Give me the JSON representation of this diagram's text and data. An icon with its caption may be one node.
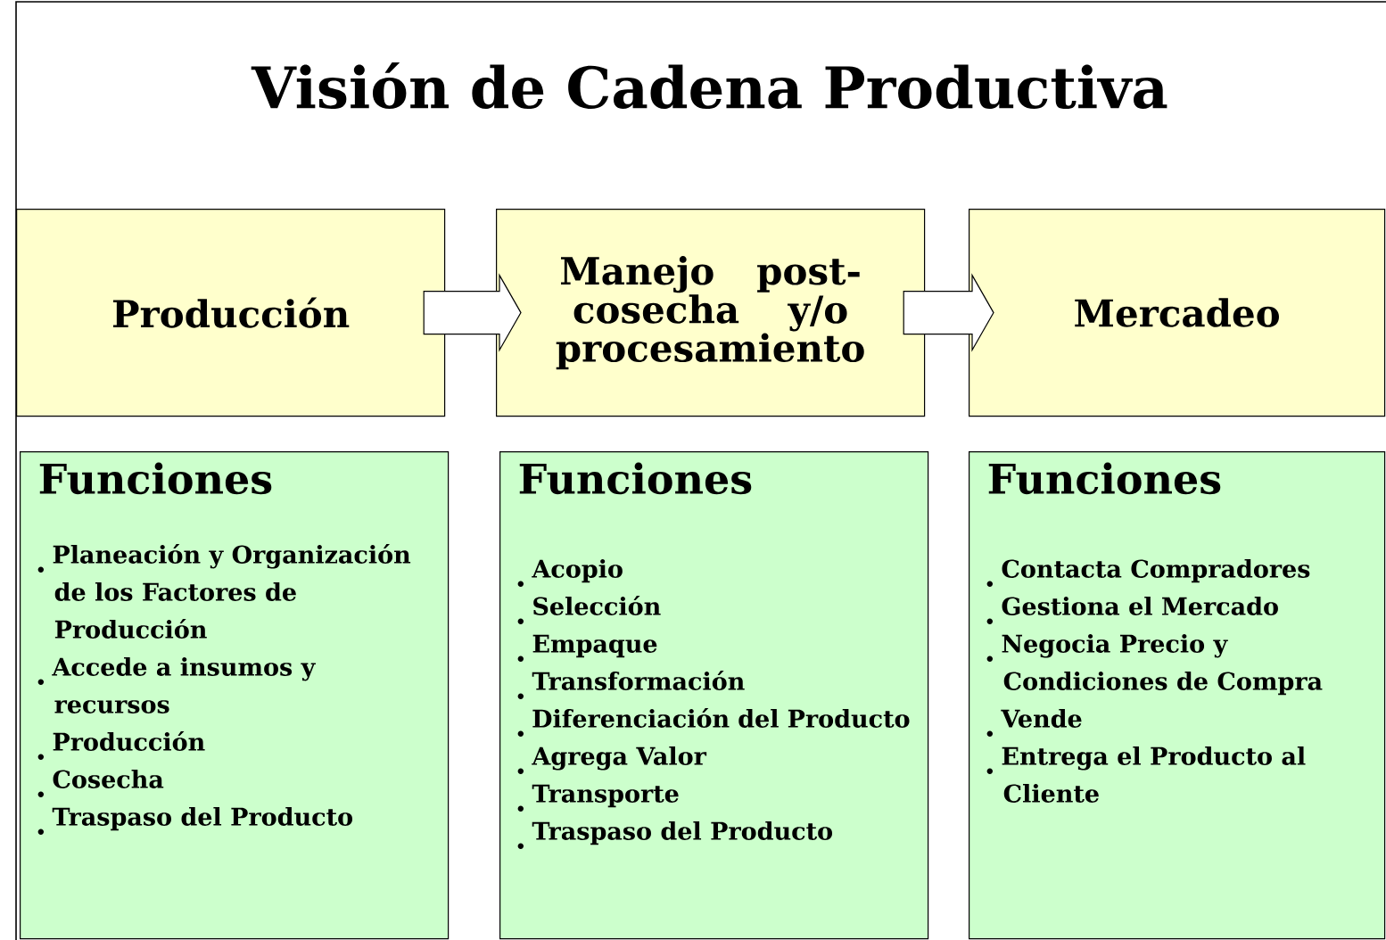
{
  "diagram": {
    "title": "Visión de Cadena Productiva",
    "nodes": [
      {
        "text": [
          "Producción"
        ]
      },
      {
        "text": [
          "Manejo post-cosecha y/o procesamiento"
        ]
      },
      {
        "text": [
          "Mercadeo"
        ]
      },
      {
        "text": [
          "Funciones",
          "Planeación y Organización de los Factores de Producción",
          "Accede a insumos y recursos",
          "Producción",
          "Cosecha",
          "Traspaso del Producto"
        ]
      },
      {
        "text": [
          "Funciones",
          "Acopio",
          "Selección",
          "Empaque",
          "Transformación",
          "Diferenciación del Producto",
          "Agrega Valor",
          "Transporte",
          "Traspaso del Producto"
        ]
      },
      {
        "text": [
          "Funciones",
          "Contacta Compradores",
          "Gestiona el Mercado",
          "Negocia Precio y Condiciones de Compra",
          "Vende",
          "Entrega el Producto al Cliente"
        ]
      }
    ],
    "edges": [
      {
        "from": 0,
        "to": 1,
        "arrow": "to"
      },
      {
        "from": 1,
        "to": 2,
        "arrow": "to"
      }
    ]
  }
}
